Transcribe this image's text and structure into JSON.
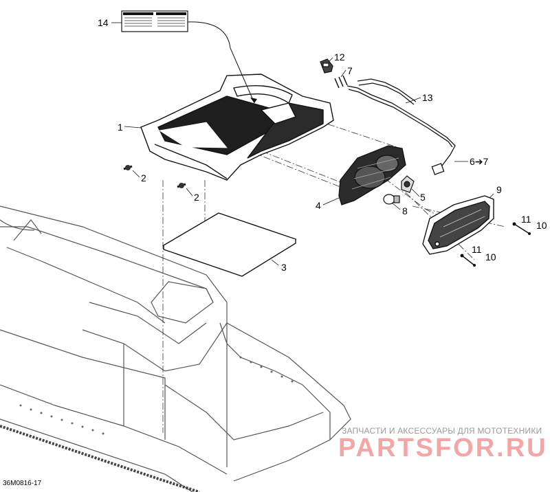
{
  "diagram": {
    "drawing_code": "36M0816-17",
    "callouts": {
      "c1": "1",
      "c2a": "2",
      "c2b": "2",
      "c3": "3",
      "c4": "4",
      "c5": "5",
      "c67": "6➔7",
      "c7": "7",
      "c8": "8",
      "c9": "9",
      "c10a": "10",
      "c10b": "10",
      "c11a": "11",
      "c11b": "11",
      "c12": "12",
      "c13": "13",
      "c14": "14"
    }
  },
  "watermark": {
    "tagline": "ЗАПЧАСТИ И АКСЕССУАРЫ ДЛЯ МОТОТЕХНИКИ",
    "brand": "PARTSFOR.RU",
    "brand_color": "#f4a6a6"
  }
}
